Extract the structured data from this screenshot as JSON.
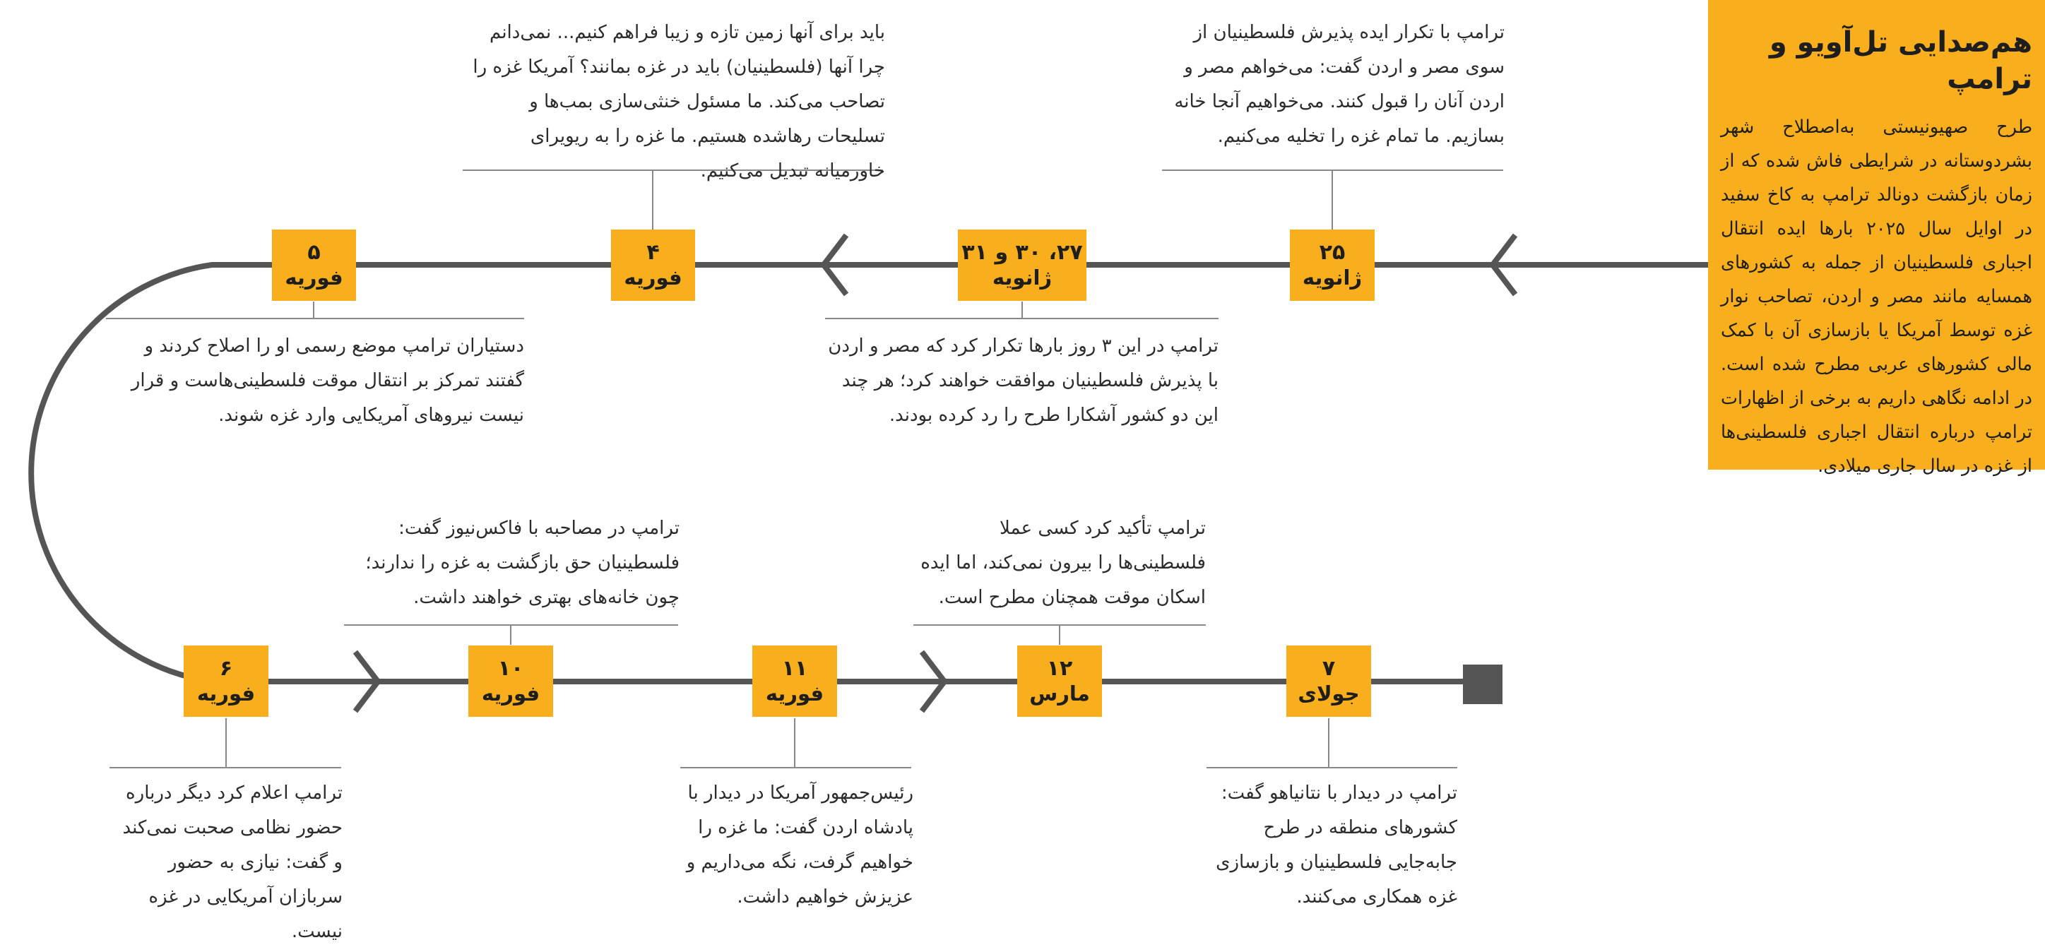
{
  "colors": {
    "accent": "#f9ae1e",
    "line": "#555555",
    "connector": "#888888",
    "text": "#2b2b2b"
  },
  "intro": {
    "title": "هم‌صدایی تل‌آویو و ترامپ",
    "body": "طرح صهیونیستی به‌اصطلاح شهر بشردوستانه در شرایطی فاش شده که از زمان بازگشت دونالد ترامپ به کاخ سفید در اوایل سال ۲۰۲۵ بارها ایده انتقال اجباری فلسطینیان از جمله به کشورهای همسایه مانند مصر و اردن، تصاحب نوار غزه توسط آمریکا یا بازسازی آن با کمک مالی کشورهای عربی مطرح شده است. در ادامه نگاهی داریم به برخی از اظهارات ترامپ درباره انتقال اجباری فلسطینی‌ها از غزه در سال جاری میلادی."
  },
  "events": [
    {
      "id": "jan25",
      "day": "۲۵",
      "month": "ژانویه",
      "text": "ترامپ با تکرار ایده پذیرش فلسطینیان از سوی مصر و اردن گفت: می‌خواهم مصر و اردن آنان را قبول کنند. می‌خواهیم آنجا خانه بسازیم. ما تمام غزه را تخلیه می‌کنیم."
    },
    {
      "id": "jan27",
      "day": "۲۷، ۳۰ و ۳۱",
      "month": "ژانویه",
      "text": "ترامپ در این ۳ روز بارها تکرار کرد که مصر و اردن با پذیرش فلسطینیان موافقت خواهند کرد؛ هر چند این دو کشور آشکارا طرح را رد کرده بودند."
    },
    {
      "id": "feb4",
      "day": "۴",
      "month": "فوریه",
      "text": "باید برای آنها زمین تازه و زیبا فراهم کنیم... نمی‌دانم چرا آنها (فلسطینیان) باید در غزه بمانند؟ آمریکا غزه را تصاحب می‌کند. ما مسئول خنثی‌سازی بمب‌ها و تسلیحات رهاشده هستیم. ما غزه را به ریویرای خاورمیانه تبدیل می‌کنیم."
    },
    {
      "id": "feb5",
      "day": "۵",
      "month": "فوریه",
      "text": "دستیاران ترامپ موضع رسمی او را اصلاح کردند و گفتند تمرکز بر انتقال موقت فلسطینی‌هاست و قرار نیست نیروهای آمریکایی وارد غزه شوند."
    },
    {
      "id": "feb6",
      "day": "۶",
      "month": "فوریه",
      "text": "ترامپ اعلام کرد دیگر درباره حضور نظامی صحبت نمی‌کند و گفت: نیازی به حضور سربازان آمریکایی در غزه نیست."
    },
    {
      "id": "feb10",
      "day": "۱۰",
      "month": "فوریه",
      "text": "ترامپ در مصاحبه با فاکس‌نیوز گفت: فلسطینیان حق بازگشت به غزه را ندارند؛ چون خانه‌های بهتری خواهند داشت."
    },
    {
      "id": "feb11",
      "day": "۱۱",
      "month": "فوریه",
      "text": "رئیس‌جمهور آمریکا در دیدار با پادشاه اردن گفت: ما غزه را خواهیم گرفت، نگه می‌داریم و عزیزش خواهیم داشت."
    },
    {
      "id": "mar12",
      "day": "۱۲",
      "month": "مارس",
      "text": "ترامپ تأکید کرد کسی عملا فلسطینی‌ها را بیرون نمی‌کند، اما ایده اسکان موقت همچنان مطرح است."
    },
    {
      "id": "jul7",
      "day": "۷",
      "month": "جولای",
      "text": "ترامپ در دیدار با نتانیاهو گفت: کشورهای منطقه در طرح جابه‌جایی فلسطینیان و بازسازی غزه همکاری می‌کنند."
    }
  ]
}
